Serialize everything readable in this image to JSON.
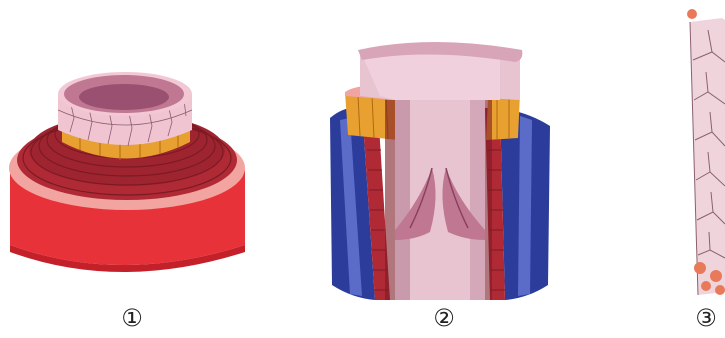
{
  "figure": {
    "labels": [
      "①",
      "②",
      "③"
    ]
  },
  "colors": {
    "red_outer": "#e8323a",
    "red_outer_dark": "#c4202a",
    "muscle_red": "#b02a36",
    "muscle_dark": "#7c1a24",
    "pink_rim": "#f2a4a0",
    "orange_layer": "#e8a030",
    "lumen_pink": "#e8c4d0",
    "lumen_dark": "#a0607a",
    "blue_outer": "#2c3c9a",
    "blue_light": "#5a6cc8",
    "cell_pink": "#f0d4dc",
    "cell_line": "#8a6070",
    "nucleus": "#e87a5a"
  }
}
